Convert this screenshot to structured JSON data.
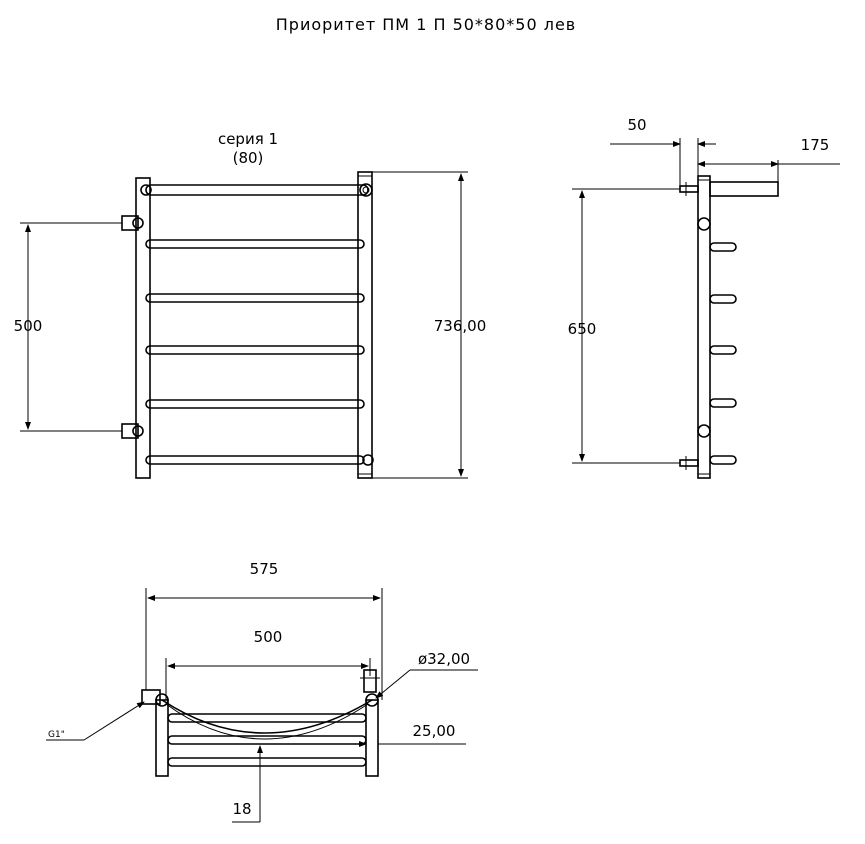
{
  "title": "Приоритет ПМ 1 П 50*80*50 лев",
  "front_view": {
    "series_line1": "серия 1",
    "series_line2": "(80)",
    "dim_left": "500",
    "dim_right": "736,00"
  },
  "side_view": {
    "dim_top_a": "50",
    "dim_top_b": "175",
    "dim_height": "650"
  },
  "top_view": {
    "dim_overall": "575",
    "dim_inner": "500",
    "dim_diameter": "ø32,00",
    "dim_depth": "25,00",
    "dim_bottom": "18",
    "thread_label": "G1\""
  },
  "colors": {
    "stroke": "#000000",
    "background": "#ffffff"
  }
}
